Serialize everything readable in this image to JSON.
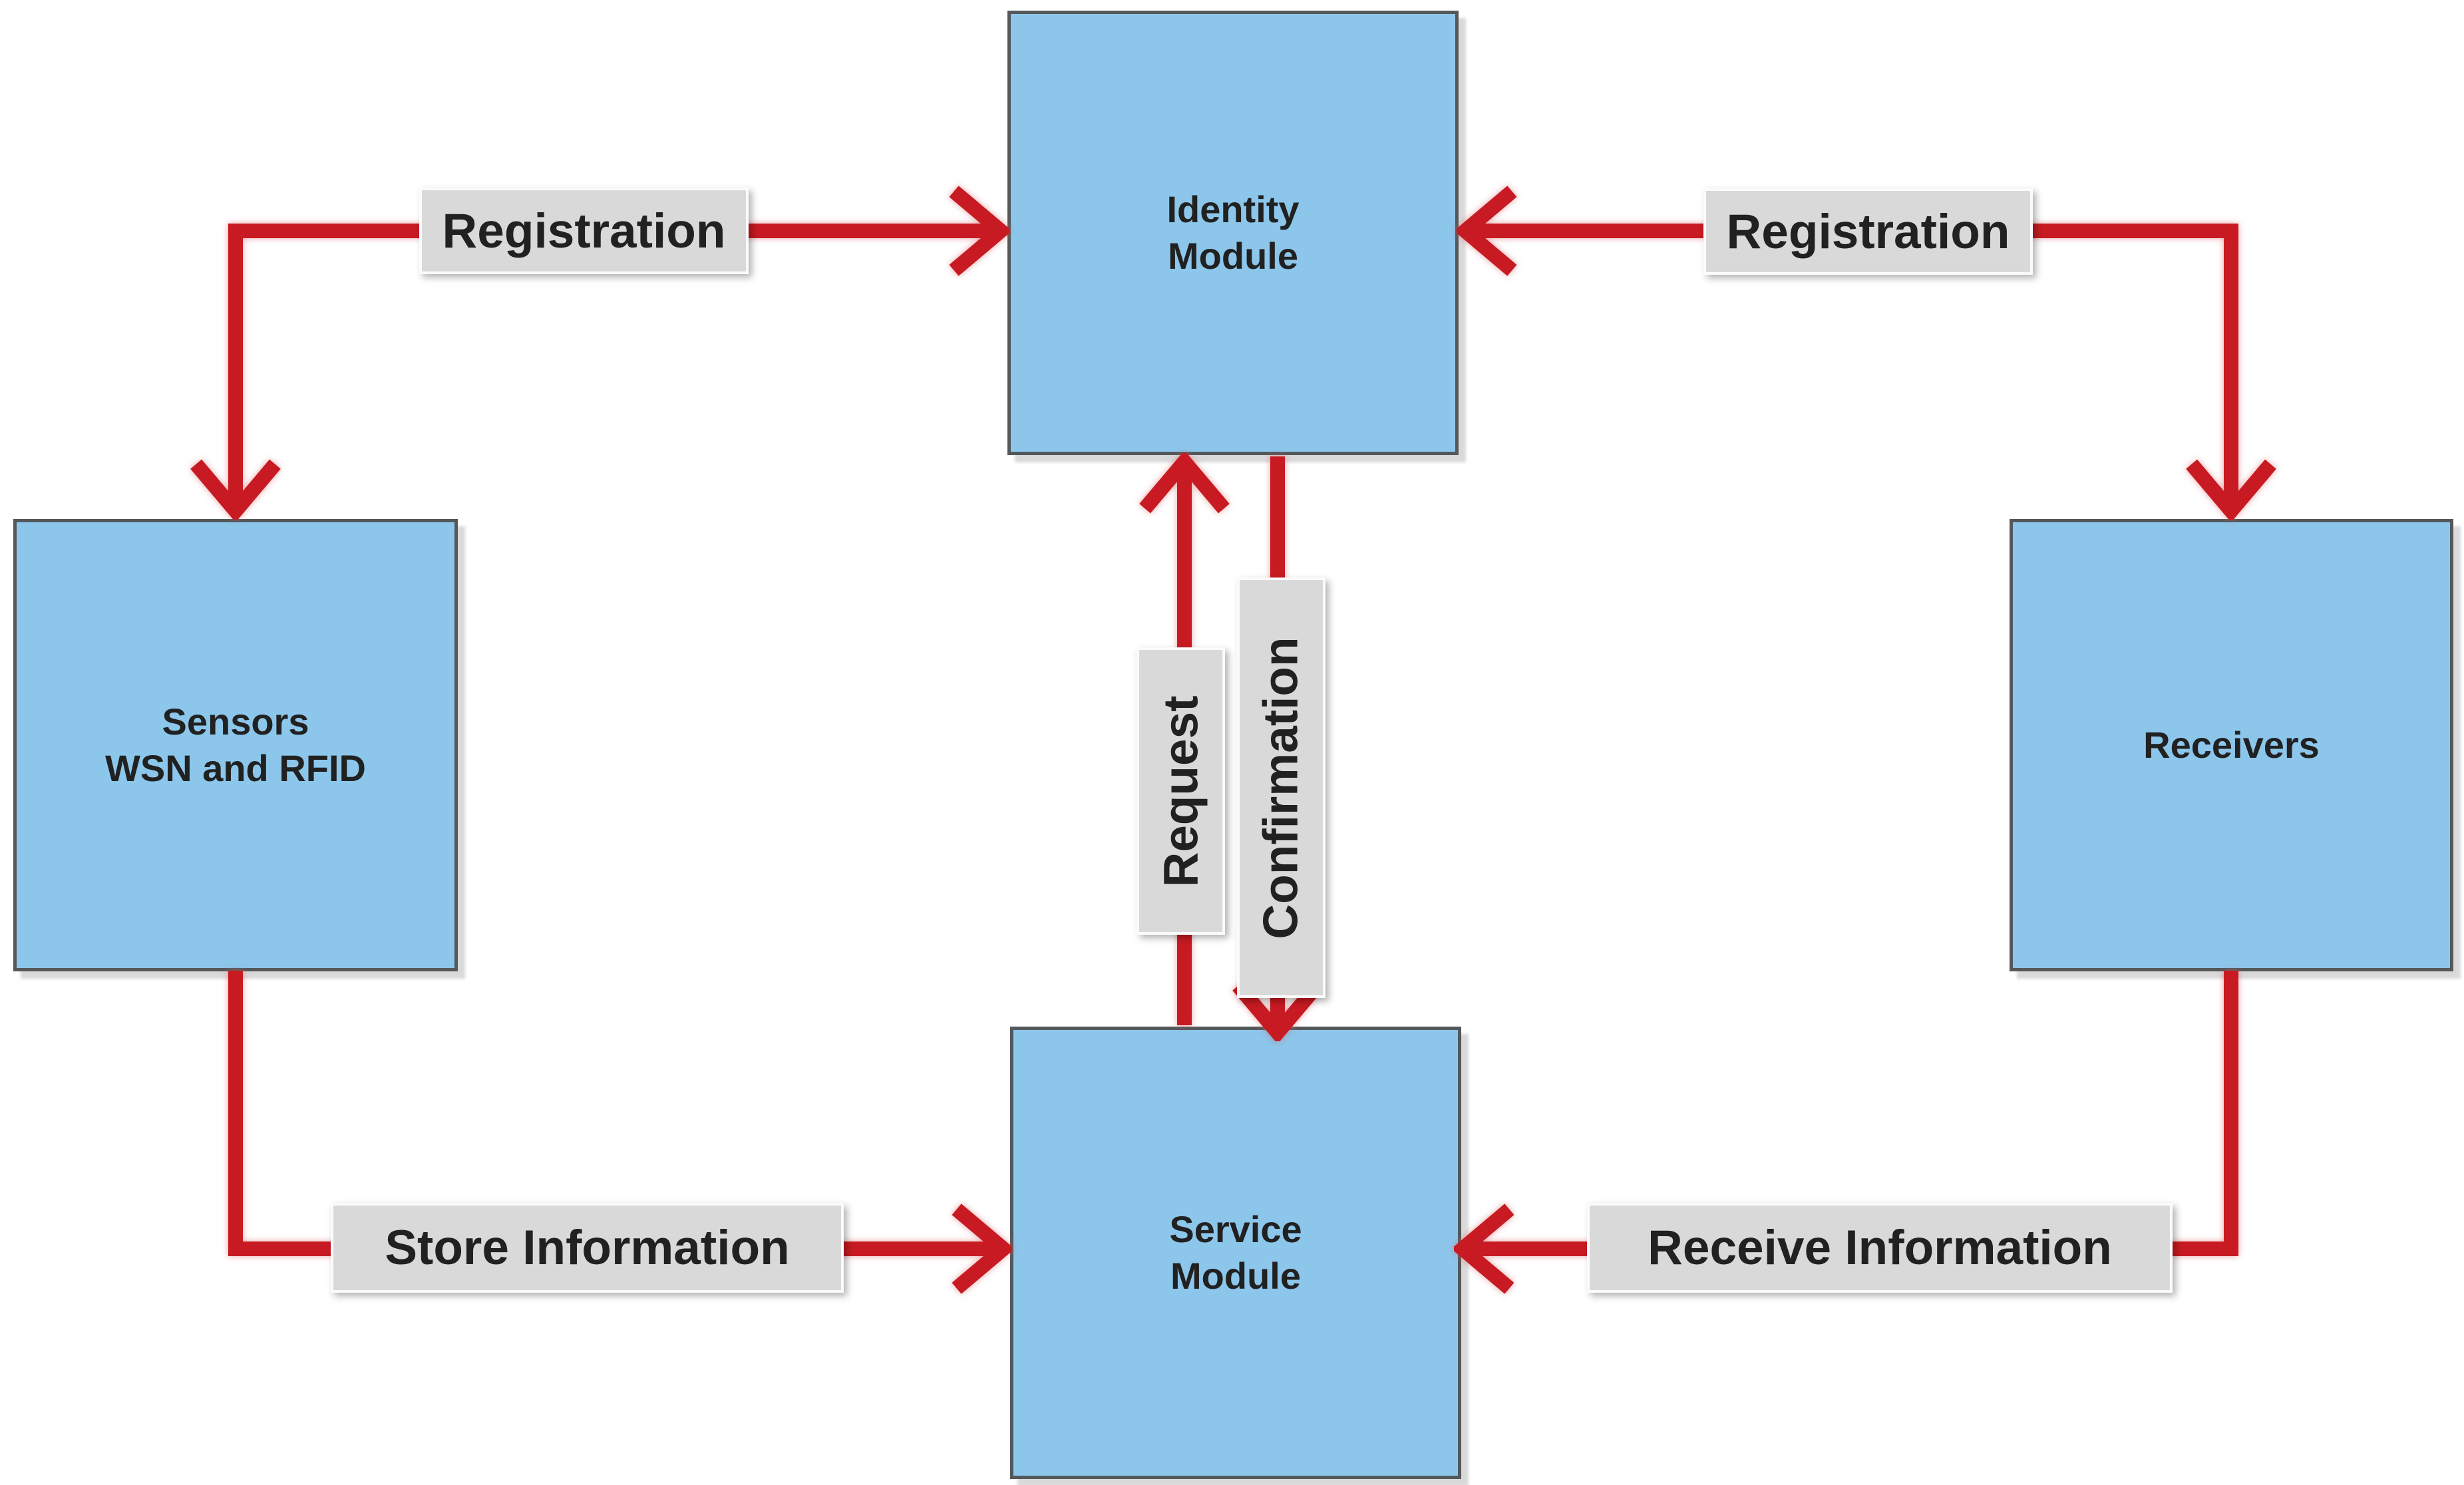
{
  "diagram": {
    "nodes": {
      "identity": {
        "line1": "Identity",
        "line2": "Module"
      },
      "sensors": {
        "line1": "Sensors",
        "line2": "WSN and RFID"
      },
      "receivers": {
        "line1": "Receivers",
        "line2": ""
      },
      "service": {
        "line1": "Service",
        "line2": "Module"
      }
    },
    "edges": {
      "registration_left": {
        "label": "Registration",
        "from": "sensors",
        "to": "identity",
        "arrowheads": "both"
      },
      "registration_right": {
        "label": "Registration",
        "from": "receivers",
        "to": "identity",
        "arrowheads": "both"
      },
      "request": {
        "label": "Request",
        "from": "service",
        "to": "identity",
        "arrowheads": "end"
      },
      "confirmation": {
        "label": "Confirmation",
        "from": "identity",
        "to": "service",
        "arrowheads": "end"
      },
      "store_information": {
        "label": "Store Information",
        "from": "sensors",
        "to": "service",
        "arrowheads": "end"
      },
      "receive_information": {
        "label": "Receive Information",
        "from": "receivers",
        "to": "service",
        "arrowheads": "end"
      }
    },
    "colors": {
      "background": "#FFFFFF",
      "node_fill": "#8CC6EB",
      "node_border": "#54585A",
      "arrow": "#C81A22",
      "label_bg": "#D9D9D9",
      "label_border": "#FBFBFB",
      "text": "#212121"
    }
  }
}
